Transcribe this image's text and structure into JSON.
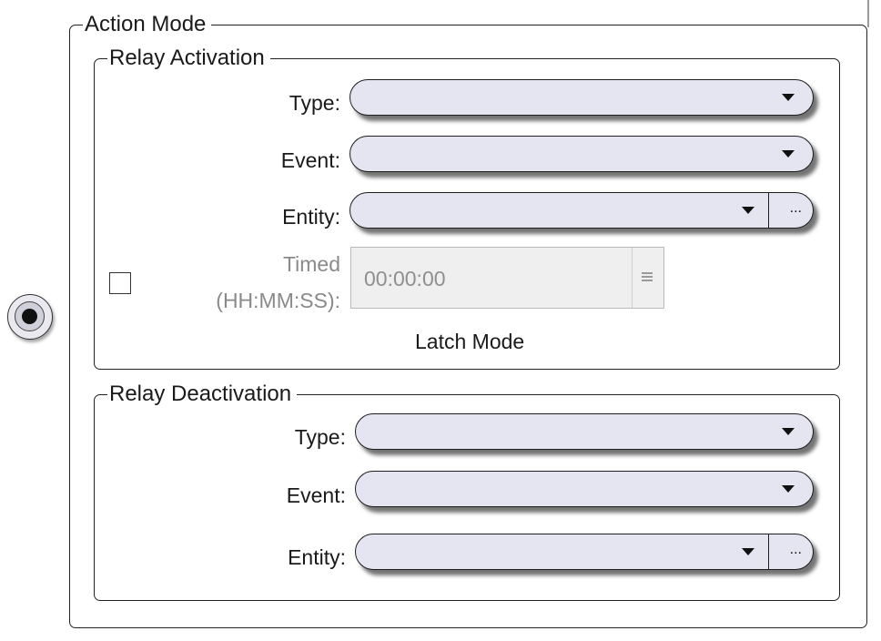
{
  "action_mode": {
    "title": "Action Mode",
    "radio_selected": true
  },
  "relay_activation": {
    "title": "Relay Activation",
    "type_label": "Type:",
    "type_value": "",
    "event_label": "Event:",
    "event_value": "",
    "entity_label": "Entity:",
    "entity_value": "",
    "browse_label": "...",
    "timed_checked": false,
    "timed_label_line1": "Timed",
    "timed_label_line2": "(HH:MM:SS):",
    "timed_value": "00:00:00",
    "latch_label": "Latch Mode"
  },
  "relay_deactivation": {
    "title": "Relay Deactivation",
    "type_label": "Type:",
    "type_value": "",
    "event_label": "Event:",
    "event_value": "",
    "entity_label": "Entity:",
    "entity_value": "",
    "browse_label": "..."
  },
  "icons": {
    "dropdown": "chevron-down-icon",
    "spinner": "grid-icon"
  }
}
